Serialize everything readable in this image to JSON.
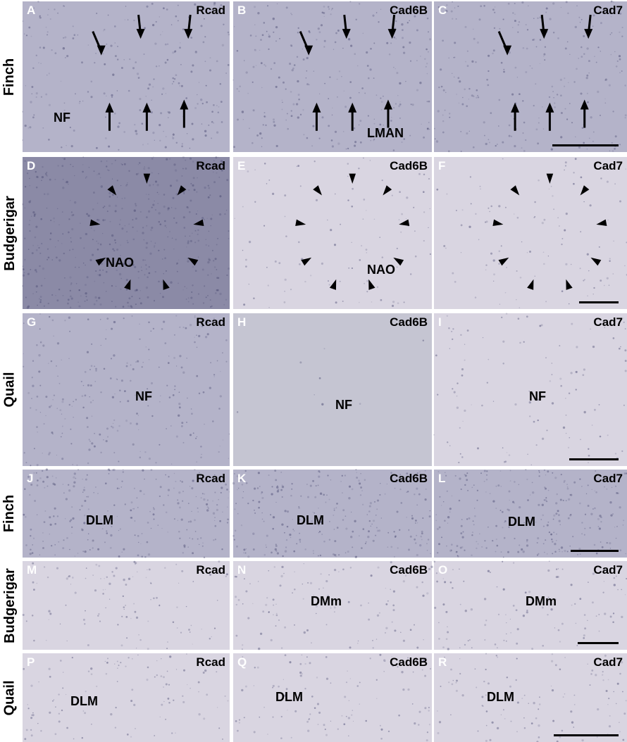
{
  "rows": [
    {
      "label": "Finch",
      "panels": [
        {
          "letter": "A",
          "gene": "Rcad",
          "region": "NF",
          "tone": "mid"
        },
        {
          "letter": "B",
          "gene": "Cad6B",
          "region": "LMAN",
          "tone": "mid"
        },
        {
          "letter": "C",
          "gene": "Cad7",
          "region": "",
          "tone": "mid",
          "scalebar": true
        }
      ]
    },
    {
      "label": "Budgerigar",
      "panels": [
        {
          "letter": "D",
          "gene": "Rcad",
          "region": "NAO",
          "tone": "dark"
        },
        {
          "letter": "E",
          "gene": "Cad6B",
          "region": "NAO",
          "tone": "light"
        },
        {
          "letter": "F",
          "gene": "Cad7",
          "region": "",
          "tone": "light",
          "scalebar": true
        }
      ]
    },
    {
      "label": "Quail",
      "panels": [
        {
          "letter": "G",
          "gene": "Rcad",
          "region": "NF",
          "tone": "mid"
        },
        {
          "letter": "H",
          "gene": "Cad6B",
          "region": "NF",
          "tone": "flat"
        },
        {
          "letter": "I",
          "gene": "Cad7",
          "region": "NF",
          "tone": "light",
          "scalebar": true
        }
      ]
    },
    {
      "label": "Finch",
      "panels": [
        {
          "letter": "J",
          "gene": "Rcad",
          "region": "DLM",
          "tone": "mid"
        },
        {
          "letter": "K",
          "gene": "Cad6B",
          "region": "DLM",
          "tone": "mid"
        },
        {
          "letter": "L",
          "gene": "Cad7",
          "region": "DLM",
          "tone": "mid",
          "scalebar": true
        }
      ]
    },
    {
      "label": "Budgerigar",
      "panels": [
        {
          "letter": "M",
          "gene": "Rcad",
          "region": "",
          "tone": "light"
        },
        {
          "letter": "N",
          "gene": "Cad6B",
          "region": "DMm",
          "tone": "light"
        },
        {
          "letter": "O",
          "gene": "Cad7",
          "region": "DMm",
          "tone": "light",
          "scalebar": true
        }
      ]
    },
    {
      "label": "Quail",
      "panels": [
        {
          "letter": "P",
          "gene": "Rcad",
          "region": "DLM",
          "tone": "light"
        },
        {
          "letter": "Q",
          "gene": "Cad6B",
          "region": "DLM",
          "tone": "light"
        },
        {
          "letter": "R",
          "gene": "Cad7",
          "region": "DLM",
          "tone": "light",
          "scalebar": true
        }
      ]
    }
  ],
  "colors": {
    "dark": "#8b8aa6",
    "mid": "#b4b3c9",
    "light": "#d9d5e1",
    "flat": "#c5c5d2",
    "ink": "#4a4a72"
  }
}
